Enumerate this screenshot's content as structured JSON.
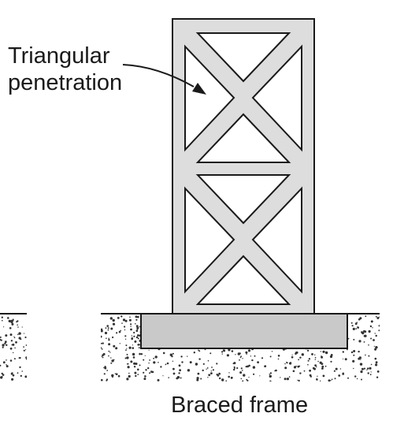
{
  "callout": {
    "line1": "Triangular",
    "line2": "penetration"
  },
  "caption": "Braced frame",
  "colors": {
    "frame_fill": "#dddddd",
    "stroke": "#1a1a1a",
    "footing_fill": "#c9c9c9",
    "soil_speckle": "#333333",
    "background": "#ffffff"
  }
}
